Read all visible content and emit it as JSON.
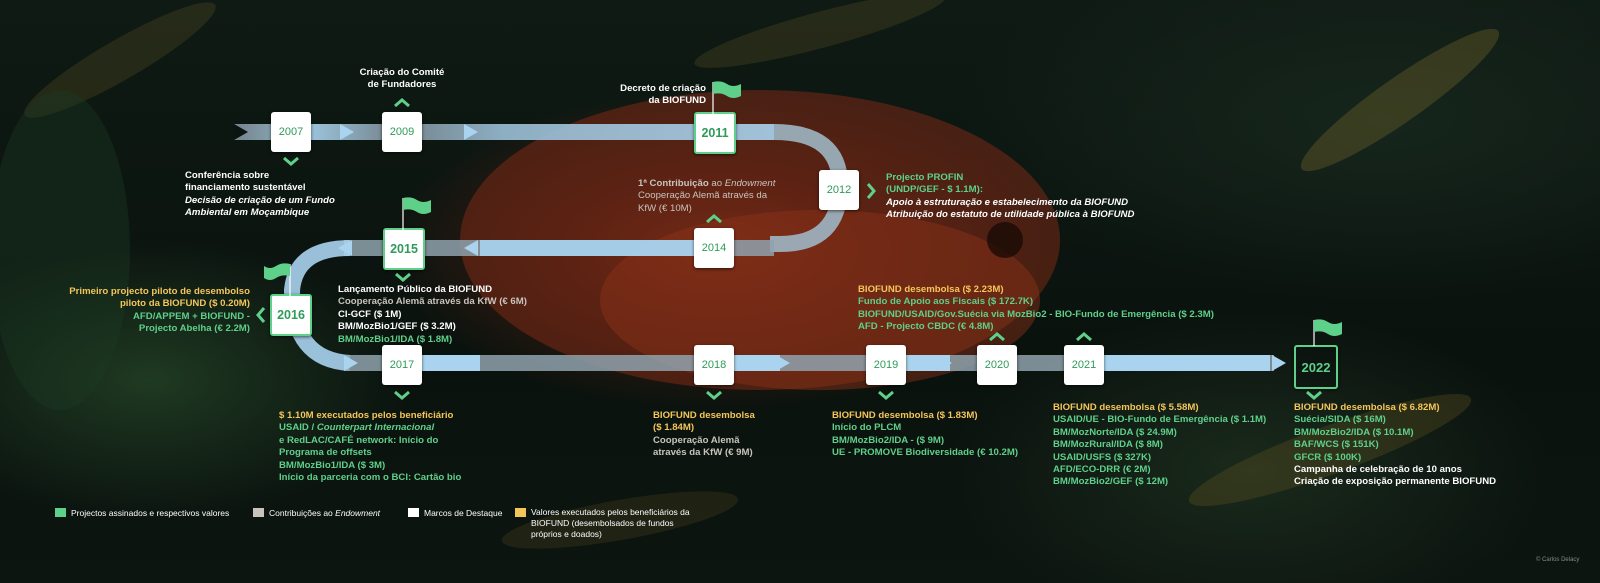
{
  "colors": {
    "green": "#5fd08a",
    "yellow": "#f4c65a",
    "white": "#ffffff",
    "grey": "#c8c3bc",
    "arrow_blue": "#a9d3ee",
    "arrow_grey": "#8a9aa3"
  },
  "years": [
    "2007",
    "2009",
    "2011",
    "2012",
    "2014",
    "2015",
    "2016",
    "2017",
    "2018",
    "2019",
    "2020",
    "2021",
    "2022"
  ],
  "ann": {
    "comite": [
      "Criação do Comité",
      "de Fundadores"
    ],
    "decreto": [
      "Decreto de criação",
      "da BIOFUND"
    ],
    "conf": {
      "l1": "Conferência sobre",
      "l2": "financiamento sustentável",
      "l3": "Decisão de criação de um Fundo",
      "l4": "Ambiental em Moçambique"
    },
    "contrib": {
      "l1a": "1ª Contribuição",
      "l1b": " ao ",
      "l1c": "Endowment",
      "l2": "Cooperação Alemã através da",
      "l3": "KfW (€ 10M)"
    },
    "profin": {
      "l1": "Projecto PROFIN",
      "l2": "(UNDP/GEF - $ 1.1M):",
      "l3": "Apoio à estruturação e estabelecimento da BIOFUND",
      "l4": "Atribuição do estatuto de utilidade pública à BIOFUND"
    },
    "piloto": {
      "l1": "Primeiro projecto piloto de desembolso",
      "l2": "piloto da BIOFUND ($ 0.20M)",
      "l3": "AFD/APPEM + BIOFUND -",
      "l4": "Projecto Abelha (€ 2.2M)"
    },
    "lanc": {
      "l1": "Lançamento Público da BIOFUND",
      "l2": "Cooperação Alemã através da KfW (€ 6M)",
      "l3": "CI-GCF ($ 1M)",
      "l4": "BM/MozBio1/GEF ($ 3.2M)",
      "l5": "BM/MozBio1/IDA ($ 1.8M)"
    },
    "d2020": {
      "l1": "BIOFUND desembolsa ($ 2.23M)",
      "l2": "Fundo de Apoio aos Fiscais ($ 172.7K)",
      "l3": "BIOFUND/USAID/Gov.Suécia via MozBio2 - BIO-Fundo de Emergência ($ 2.3M)",
      "l4": "AFD - Projecto CBDC (€ 4.8M)"
    },
    "e2017": {
      "l1": "$ 1.10M executados pelos beneficiário",
      "l2a": "USAID / ",
      "l2b": "Counterpart Internacional",
      "l3": "e RedLAC/CAFÉ network: Início do",
      "l4": "Programa de offsets",
      "l5": "BM/MozBio1/IDA ($ 3M)",
      "l6": "Início da parceria com o BCI: Cartão bio"
    },
    "e2018": {
      "l1": "BIOFUND desembolsa",
      "l2": "($ 1.84M)",
      "l3": "Cooperação Alemã",
      "l4": "através da KfW (€ 9M)"
    },
    "e2019": {
      "l1": "BIOFUND desembolsa ($ 1.83M)",
      "l2": "Início do PLCM",
      "l3": "BM/MozBio2/IDA - ($ 9M)",
      "l4": "UE - PROMOVE Biodiversidade (€ 10.2M)"
    },
    "e2021": {
      "l1": "BIOFUND desembolsa ($ 5.58M)",
      "l2": "USAID/UE - BIO-Fundo de Emergência ($ 1.1M)",
      "l3": "BM/MozNorte/IDA ($ 24.9M)",
      "l4": "BM/MozRural/IDA ($ 8M)",
      "l5": "USAID/USFS ($ 327K)",
      "l6": "AFD/ECO-DRR (€ 2M)",
      "l7": "BM/MozBio2/GEF ($ 12M)"
    },
    "e2022": {
      "l1": "BIOFUND desembolsa ($ 6.82M)",
      "l2": "Suécia/SIDA ($ 16M)",
      "l3": "BM/MozBio2/IDA ($ 10.1M)",
      "l4": "BAF/WCS ($ 151K)",
      "l5": "GFCR ($ 100K)",
      "l6": "Campanha de celebração de 10 anos",
      "l7": "Criação de exposição permanente BIOFUND"
    }
  },
  "legend": {
    "green": "Projectos assinados e respectivos valores",
    "beige_a": "Contribuições ao ",
    "beige_b": "Endowment",
    "white": "Marcos de Destaque",
    "yellow_l1": "Valores executados pelos beneficiários da",
    "yellow_l2": "BIOFUND (desembolsados de fundos",
    "yellow_l3": "próprios e doados)"
  },
  "credit": "© Carlos Delacy"
}
